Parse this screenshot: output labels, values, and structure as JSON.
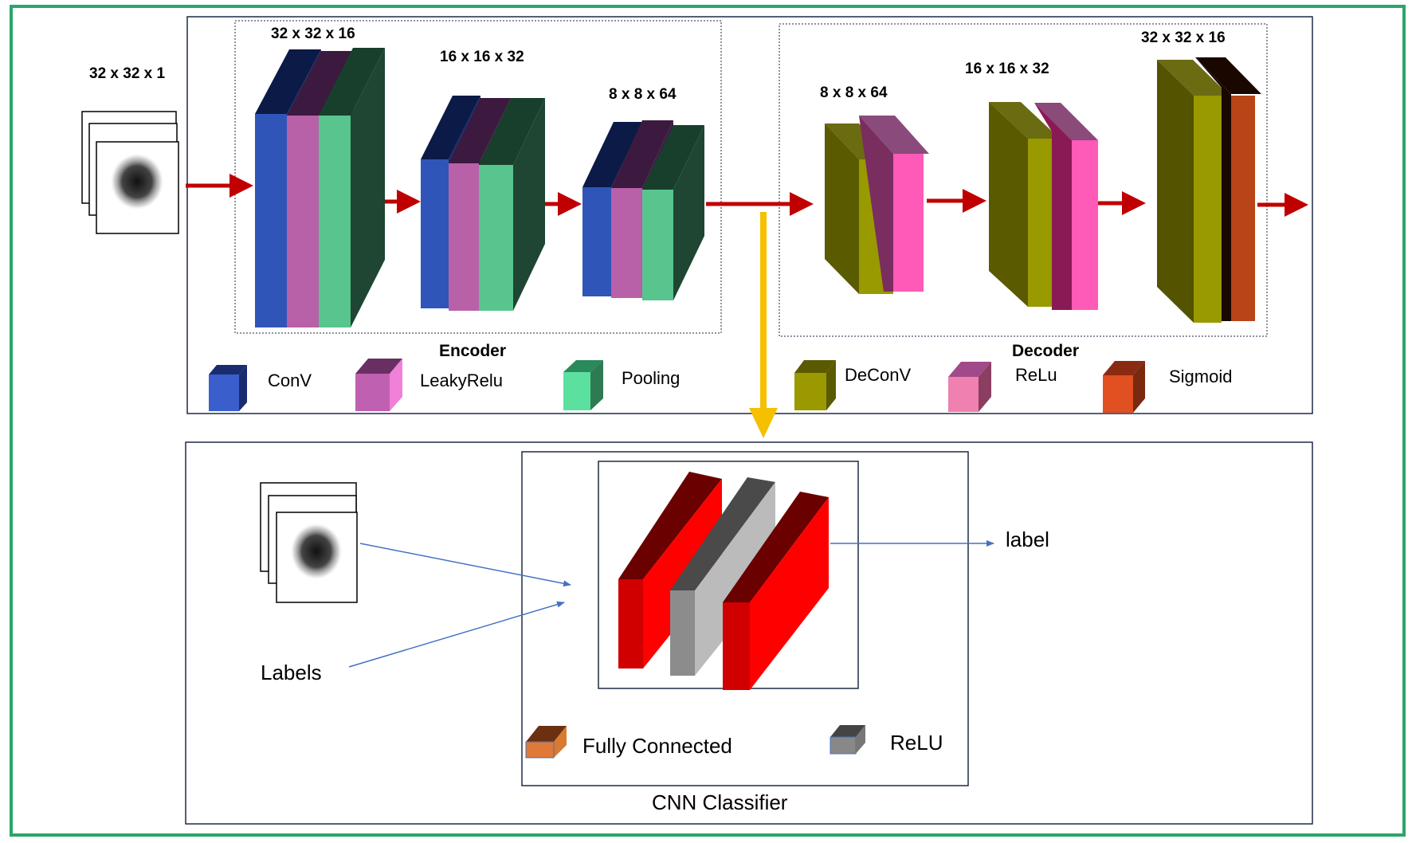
{
  "input": {
    "dims": "32 x 32 x 1"
  },
  "encoder": {
    "title": "Encoder",
    "blocks": [
      {
        "dims": "32 x 32 x 16"
      },
      {
        "dims": "16 x 16 x 32"
      },
      {
        "dims": "8 x 8 x 64"
      }
    ]
  },
  "decoder": {
    "title": "Decoder",
    "blocks": [
      {
        "dims": "8 x 8 x 64"
      },
      {
        "dims": "16 x 16 x 32"
      },
      {
        "dims": "32 x 32 x 16"
      }
    ]
  },
  "legend": {
    "encoder": [
      {
        "label": "ConV",
        "color": "#3a5fcd"
      },
      {
        "label": "LeakyRelu",
        "color": "#c060b0"
      },
      {
        "label": "Pooling",
        "color": "#5ce0a0"
      }
    ],
    "decoder": [
      {
        "label": "DeConV",
        "color": "#9a9a00"
      },
      {
        "label": "ReLu",
        "color": "#f080b0"
      },
      {
        "label": "Sigmoid",
        "color": "#e05020"
      }
    ]
  },
  "classifier": {
    "title": "CNN Classifier",
    "input_label": "Labels",
    "output_label": "label",
    "legend": [
      {
        "label": "Fully Connected",
        "color": "#a04a20"
      },
      {
        "label": "ReLU",
        "color": "#777777"
      }
    ]
  },
  "colors": {
    "frame": "#2aa66a",
    "flow_arrow": "#c00000",
    "branch_arrow": "#f5c000",
    "thin_arrow": "#4472c4",
    "box_border": "#1f2a44"
  }
}
